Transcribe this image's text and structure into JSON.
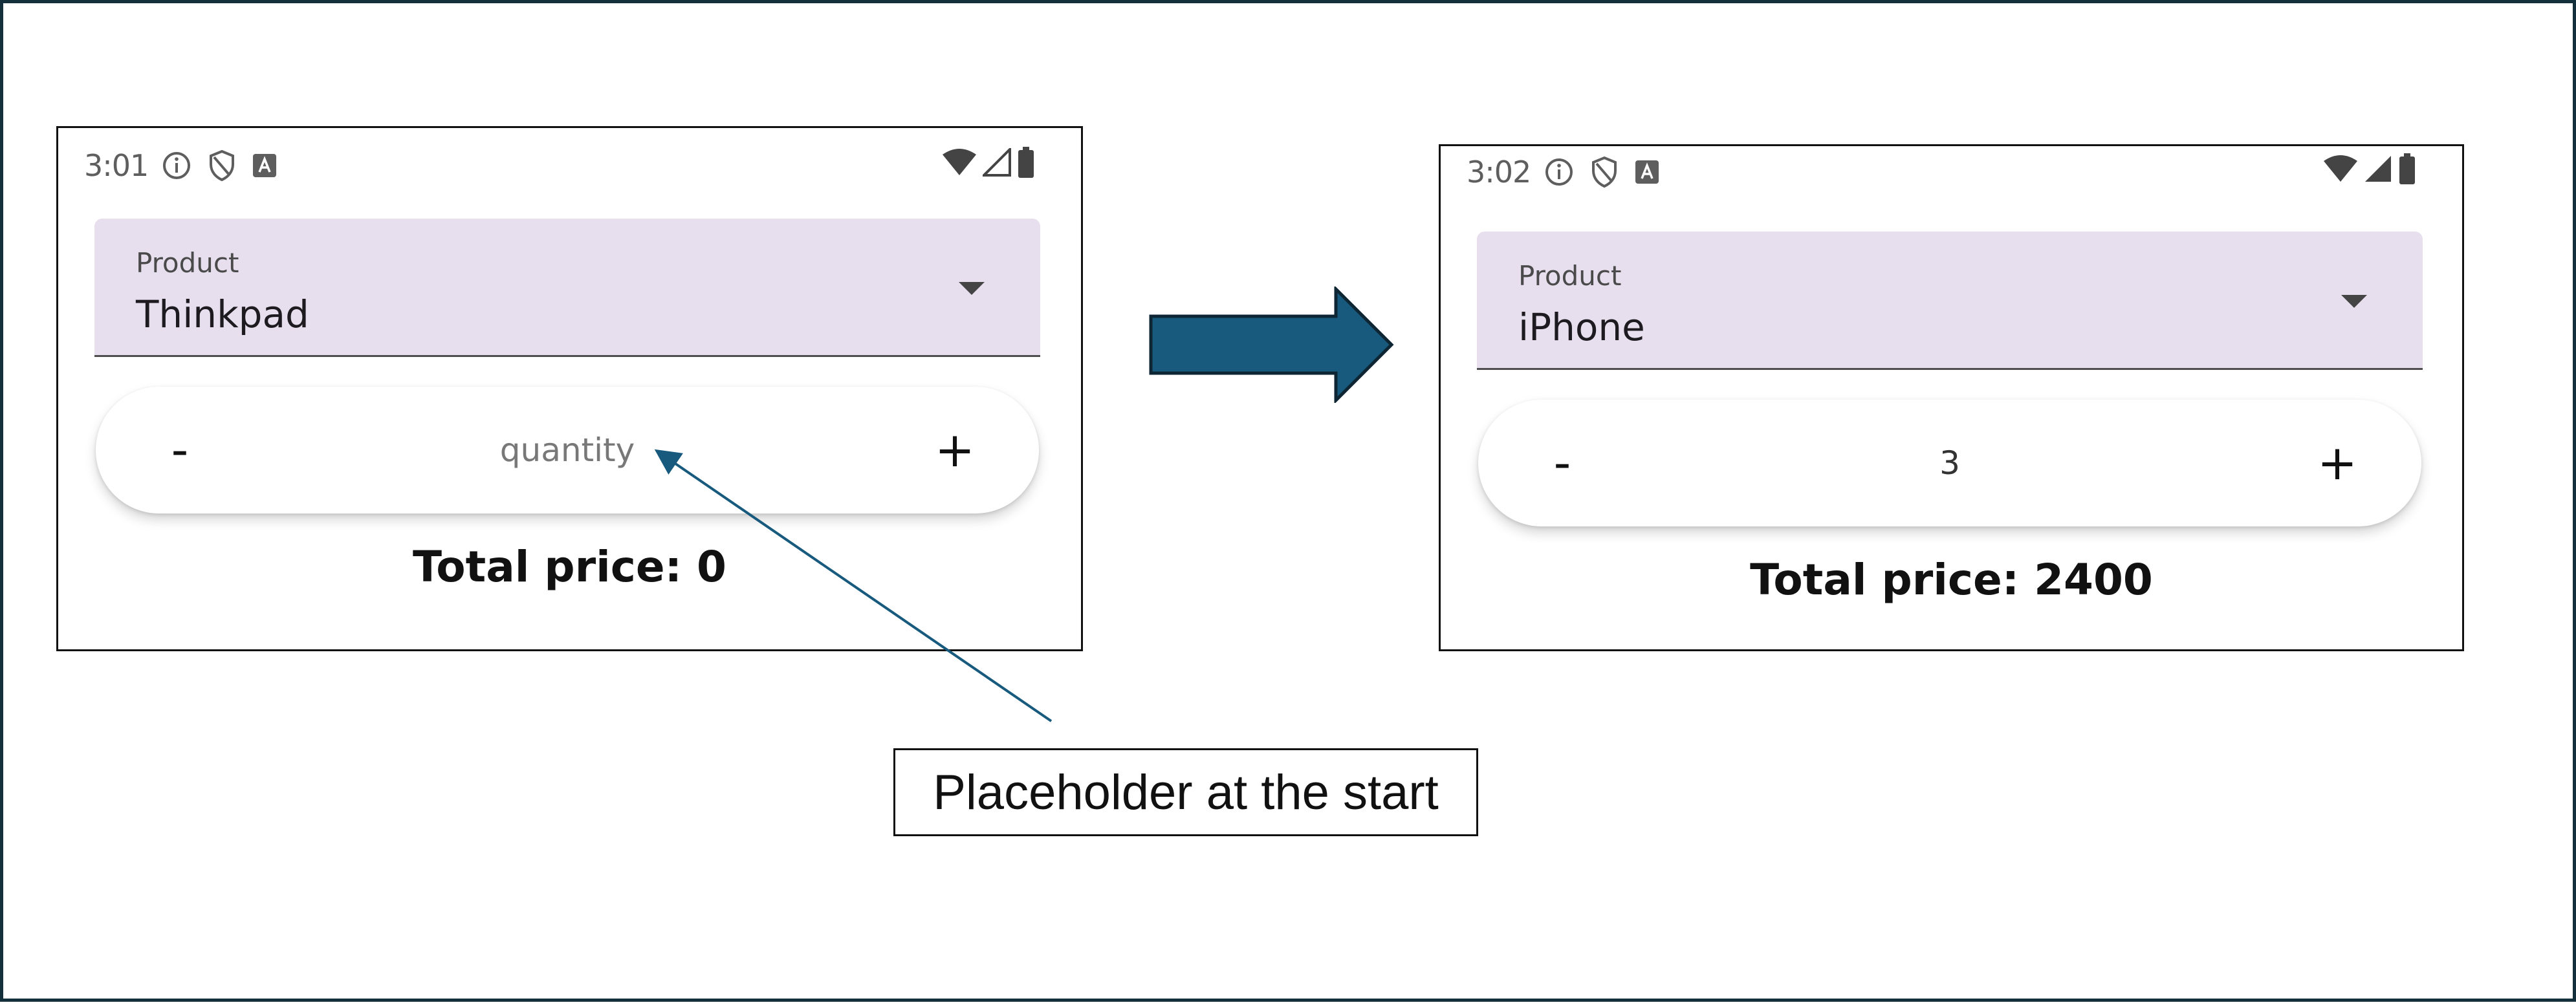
{
  "colors": {
    "frame_border": "#14303d",
    "arrow_fill": "#175a7d",
    "dropdown_bg": "#e8dfee",
    "pointer_line": "#175a7d"
  },
  "icons": {
    "status_left": [
      "info-icon",
      "shield-icon",
      "app-badge-icon"
    ],
    "status_right": [
      "wifi-icon",
      "cellular-signal-icon",
      "battery-icon"
    ],
    "dropdown_caret": "caret-down-icon"
  },
  "before": {
    "status_time": "3:01",
    "product": {
      "label": "Product",
      "value": "Thinkpad"
    },
    "stepper": {
      "minus_label": "-",
      "plus_label": "+",
      "quantity": "",
      "placeholder": "quantity"
    },
    "total_price": "Total price: 0"
  },
  "after": {
    "status_time": "3:02",
    "product": {
      "label": "Product",
      "value": "iPhone"
    },
    "stepper": {
      "minus_label": "-",
      "plus_label": "+",
      "quantity": "3",
      "placeholder": ""
    },
    "total_price": "Total price: 2400"
  },
  "annotation": {
    "callout_text": "Placeholder at the start"
  }
}
